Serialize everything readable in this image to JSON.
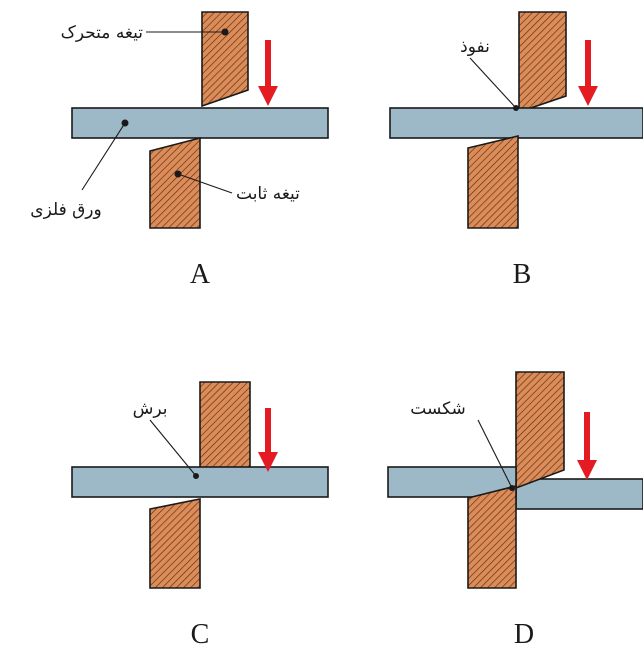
{
  "colors": {
    "sheet": "#9db9c8",
    "blade": "#dc8c58",
    "hatch": "#5a2d12",
    "arrow": "#e51b24",
    "outline": "#1a1a1a"
  },
  "panels": [
    {
      "caption": "A",
      "labels": {
        "moving_blade": "تیغه متحرک",
        "metal_sheet": "ورق فلزی",
        "fixed_blade": "تیغه ثابت"
      }
    },
    {
      "caption": "B",
      "label": "نفوذ"
    },
    {
      "caption": "C",
      "label": "برش"
    },
    {
      "caption": "D",
      "label": "شکست"
    }
  ],
  "icons": {
    "press_direction": "down-arrow-icon"
  }
}
